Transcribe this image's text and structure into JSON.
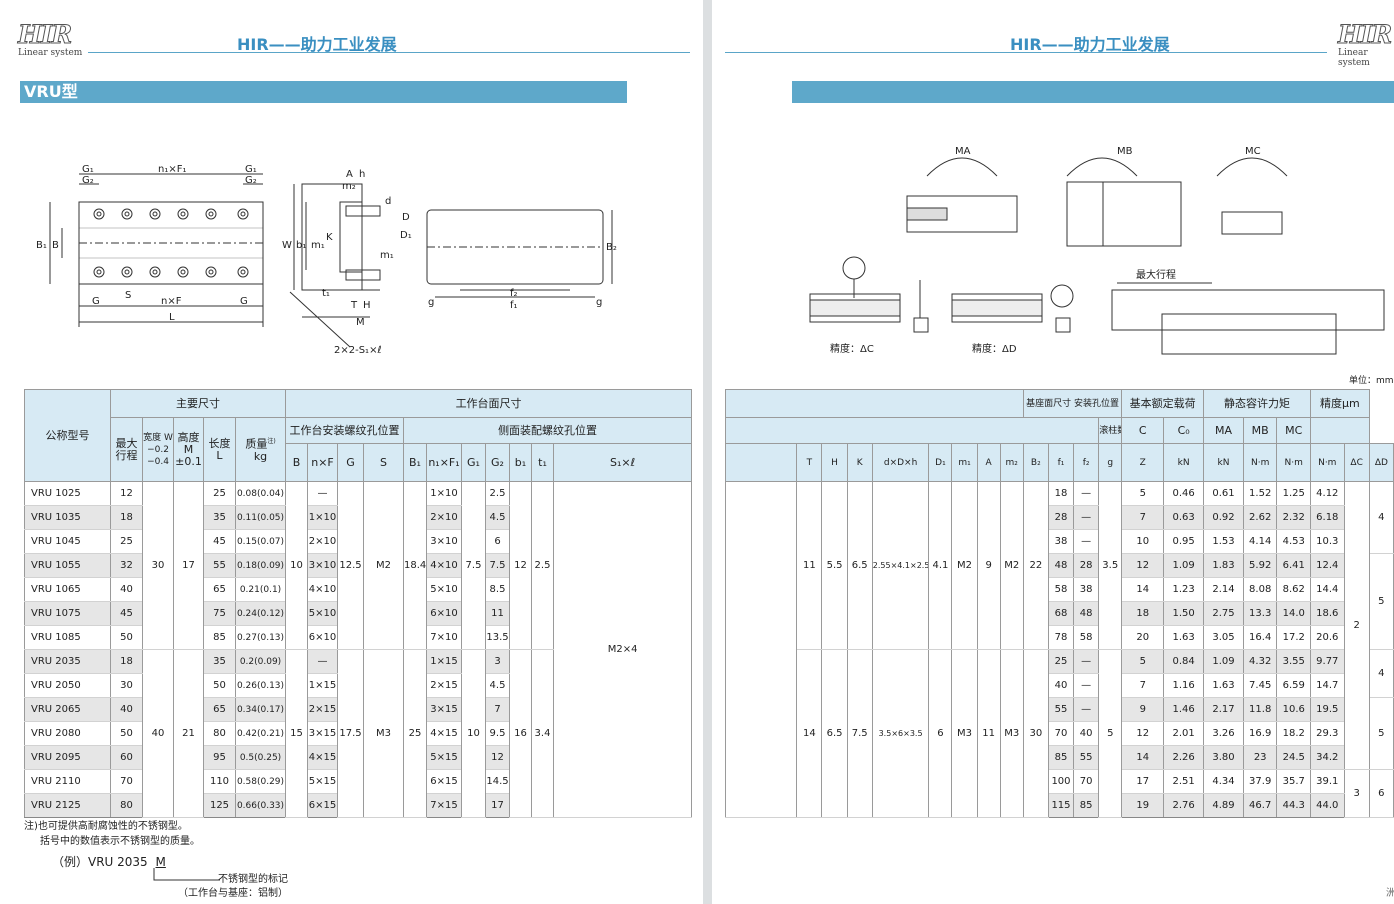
{
  "brand": {
    "mark": "HIR",
    "sub": "Linear system"
  },
  "slogan": "HIR——助力工业发展",
  "left": {
    "section_title": "VRU型",
    "drawing_labels": {
      "g1": "G₁",
      "g2": "G₂",
      "n1f1": "n₁×F₁",
      "b1": "B₁",
      "b": "B",
      "s": "S",
      "g": "G",
      "nf": "n×F",
      "l": "L",
      "a": "A",
      "h": "h",
      "m2": "m₂",
      "d": "d",
      "dd": "D",
      "d1": "D₁",
      "w": "W",
      "b1b": "b₁",
      "m1": "m₁",
      "k": "K",
      "t1": "t₁",
      "t": "T",
      "hh": "H",
      "m": "M",
      "s1": "2×2-S₁×ℓ",
      "b2": "B₂",
      "f2": "f₂",
      "f1": "f₁",
      "gs": "g"
    },
    "table": {
      "headers": {
        "model": "公称型号",
        "main_dims": "主要尺寸",
        "work_dims": "工作台面尺寸",
        "stroke": "最大行程",
        "width": "宽度 W",
        "width_tol": "−0.2 −0.4",
        "height": "高度 M",
        "height_tol": "±0.1",
        "length": "长度 L",
        "mass": "质量",
        "mass_note": "注)",
        "mass_unit": "kg",
        "mount": "工作台安装螺纹孔位置",
        "side": "侧面装配螺纹孔位置",
        "cols": [
          "B",
          "n×F",
          "G",
          "S",
          "B₁",
          "n₁×F₁",
          "G₁",
          "G₂",
          "b₁",
          "t₁",
          "S₁×ℓ"
        ]
      },
      "rows": [
        {
          "model": "VRU 1025",
          "stroke": "12",
          "length": "25",
          "mass": "0.08(0.04)",
          "nf": "—",
          "n1f1": "1×10",
          "g2": "2.5"
        },
        {
          "model": "VRU 1035",
          "stroke": "18",
          "length": "35",
          "mass": "0.11(0.05)",
          "nf": "1×10",
          "n1f1": "2×10",
          "g2": "4.5"
        },
        {
          "model": "VRU 1045",
          "stroke": "25",
          "length": "45",
          "mass": "0.15(0.07)",
          "nf": "2×10",
          "n1f1": "3×10",
          "g2": "6"
        },
        {
          "model": "VRU 1055",
          "stroke": "32",
          "length": "55",
          "mass": "0.18(0.09)",
          "nf": "3×10",
          "n1f1": "4×10",
          "g2": "7.5"
        },
        {
          "model": "VRU 1065",
          "stroke": "40",
          "length": "65",
          "mass": "0.21(0.1)",
          "nf": "4×10",
          "n1f1": "5×10",
          "g2": "8.5"
        },
        {
          "model": "VRU 1075",
          "stroke": "45",
          "length": "75",
          "mass": "0.24(0.12)",
          "nf": "5×10",
          "n1f1": "6×10",
          "g2": "11"
        },
        {
          "model": "VRU 1085",
          "stroke": "50",
          "length": "85",
          "mass": "0.27(0.13)",
          "nf": "6×10",
          "n1f1": "7×10",
          "g2": "13.5"
        },
        {
          "model": "VRU 2035",
          "stroke": "18",
          "length": "35",
          "mass": "0.2(0.09)",
          "nf": "—",
          "n1f1": "1×15",
          "g2": "3"
        },
        {
          "model": "VRU 2050",
          "stroke": "30",
          "length": "50",
          "mass": "0.26(0.13)",
          "nf": "1×15",
          "n1f1": "2×15",
          "g2": "4.5"
        },
        {
          "model": "VRU 2065",
          "stroke": "40",
          "length": "65",
          "mass": "0.34(0.17)",
          "nf": "2×15",
          "n1f1": "3×15",
          "g2": "7"
        },
        {
          "model": "VRU 2080",
          "stroke": "50",
          "length": "80",
          "mass": "0.42(0.21)",
          "nf": "3×15",
          "n1f1": "4×15",
          "g2": "9.5"
        },
        {
          "model": "VRU 2095",
          "stroke": "60",
          "length": "95",
          "mass": "0.5(0.25)",
          "nf": "4×15",
          "n1f1": "5×15",
          "g2": "12"
        },
        {
          "model": "VRU 2110",
          "stroke": "70",
          "length": "110",
          "mass": "0.58(0.29)",
          "nf": "5×15",
          "n1f1": "6×15",
          "g2": "14.5"
        },
        {
          "model": "VRU 2125",
          "stroke": "80",
          "length": "125",
          "mass": "0.66(0.33)",
          "nf": "6×15",
          "n1f1": "7×15",
          "g2": "17"
        }
      ],
      "group1": {
        "w": "30",
        "m": "17",
        "b": "10",
        "g": "12.5",
        "s": "M2",
        "b1": "18.4",
        "g1": "7.5",
        "b1s": "12",
        "t1": "2.5"
      },
      "group2": {
        "w": "40",
        "m": "21",
        "b": "15",
        "g": "17.5",
        "s": "M3",
        "b1": "25",
        "g1": "10",
        "b1s": "16",
        "t1": "3.4"
      },
      "s1l": "M2×4"
    },
    "notes": {
      "line1": "注)也可提供高耐腐蚀性的不锈钢型。",
      "line2": "括号中的数值表示不锈钢型的质量。",
      "example": "（例）VRU 2035",
      "example_suffix": "M",
      "ann1": "不锈钢型的标记",
      "ann2": "（工作台与基座：铝制）"
    }
  },
  "right": {
    "drawing_labels": {
      "ma": "MA",
      "mb": "MB",
      "mc": "MC",
      "acc_c": "精度：ΔC",
      "acc_d": "精度：ΔD",
      "max_stroke": "最大行程"
    },
    "unit": "单位：mm",
    "table": {
      "headers": {
        "base_dims": "基座面尺寸 安装孔位置",
        "load": "基本额定载荷",
        "moment": "静态容许力矩",
        "precision": "精度µm",
        "roller": "滚柱数量",
        "cols": [
          "T",
          "H",
          "K",
          "d×D×h",
          "D₁",
          "m₁",
          "A",
          "m₂",
          "B₂",
          "f₁",
          "f₂",
          "g",
          "Z",
          "kN",
          "kN",
          "N·m",
          "N·m",
          "N·m",
          "ΔC",
          "ΔD"
        ],
        "sub": [
          "C",
          "C₀",
          "MA",
          "MB",
          "MC"
        ]
      },
      "rows": [
        {
          "f1": "18",
          "f2": "—",
          "z": "5",
          "c": "0.46",
          "c0": "0.61",
          "ma": "1.52",
          "mb": "1.25",
          "mc": "4.12"
        },
        {
          "f1": "28",
          "f2": "—",
          "z": "7",
          "c": "0.63",
          "c0": "0.92",
          "ma": "2.62",
          "mb": "2.32",
          "mc": "6.18"
        },
        {
          "f1": "38",
          "f2": "—",
          "z": "10",
          "c": "0.95",
          "c0": "1.53",
          "ma": "4.14",
          "mb": "4.53",
          "mc": "10.3"
        },
        {
          "f1": "48",
          "f2": "28",
          "z": "12",
          "c": "1.09",
          "c0": "1.83",
          "ma": "5.92",
          "mb": "6.41",
          "mc": "12.4"
        },
        {
          "f1": "58",
          "f2": "38",
          "z": "14",
          "c": "1.23",
          "c0": "2.14",
          "ma": "8.08",
          "mb": "8.62",
          "mc": "14.4"
        },
        {
          "f1": "68",
          "f2": "48",
          "z": "18",
          "c": "1.50",
          "c0": "2.75",
          "ma": "13.3",
          "mb": "14.0",
          "mc": "18.6"
        },
        {
          "f1": "78",
          "f2": "58",
          "z": "20",
          "c": "1.63",
          "c0": "3.05",
          "ma": "16.4",
          "mb": "17.2",
          "mc": "20.6"
        },
        {
          "f1": "25",
          "f2": "—",
          "z": "5",
          "c": "0.84",
          "c0": "1.09",
          "ma": "4.32",
          "mb": "3.55",
          "mc": "9.77"
        },
        {
          "f1": "40",
          "f2": "—",
          "z": "7",
          "c": "1.16",
          "c0": "1.63",
          "ma": "7.45",
          "mb": "6.59",
          "mc": "14.7"
        },
        {
          "f1": "55",
          "f2": "—",
          "z": "9",
          "c": "1.46",
          "c0": "2.17",
          "ma": "11.8",
          "mb": "10.6",
          "mc": "19.5"
        },
        {
          "f1": "70",
          "f2": "40",
          "z": "12",
          "c": "2.01",
          "c0": "3.26",
          "ma": "16.9",
          "mb": "18.2",
          "mc": "29.3"
        },
        {
          "f1": "85",
          "f2": "55",
          "z": "14",
          "c": "2.26",
          "c0": "3.80",
          "ma": "23",
          "mb": "24.5",
          "mc": "34.2"
        },
        {
          "f1": "100",
          "f2": "70",
          "z": "17",
          "c": "2.51",
          "c0": "4.34",
          "ma": "37.9",
          "mb": "35.7",
          "mc": "39.1"
        },
        {
          "f1": "115",
          "f2": "85",
          "z": "19",
          "c": "2.76",
          "c0": "4.89",
          "ma": "46.7",
          "mb": "44.3",
          "mc": "44.0"
        }
      ],
      "group1": {
        "t": "11",
        "h": "5.5",
        "k": "6.5",
        "dDh": "2.55×4.1×2.5",
        "d1": "4.1",
        "m1": "M2",
        "a": "9",
        "m2": "M2",
        "b2": "22",
        "g": "3.5"
      },
      "group2": {
        "t": "14",
        "h": "6.5",
        "k": "7.5",
        "dDh": "3.5×6×3.5",
        "d1": "6",
        "m1": "M3",
        "a": "11",
        "m2": "M3",
        "b2": "30",
        "g": "5"
      },
      "dc": {
        "a": "2",
        "b": "3"
      },
      "dd": {
        "a": "4",
        "b": "5",
        "c": "4",
        "d": "5",
        "e": "6"
      }
    },
    "corner_glyph": "洲"
  }
}
